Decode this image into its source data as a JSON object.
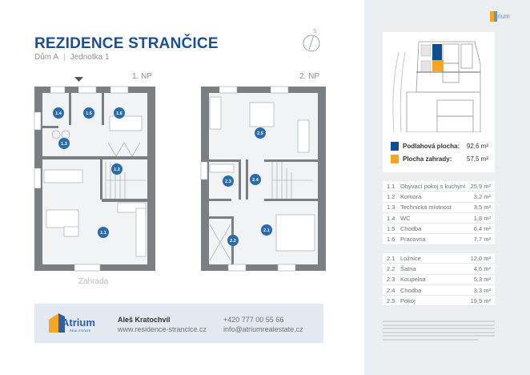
{
  "header": {
    "title": "REZIDENCE STRANČICE",
    "house": "Dům A",
    "unit": "Jednotka 1",
    "compass_label": "S"
  },
  "floors": [
    {
      "label": "1. NP",
      "rooms": [
        "1.1",
        "1.2",
        "1.3",
        "1.4",
        "1.5",
        "1.6"
      ]
    },
    {
      "label": "2. NP",
      "rooms": [
        "2.1",
        "2.2",
        "2.3",
        "2.4",
        "2.5"
      ]
    }
  ],
  "garden_label": "Zahrada",
  "footer": {
    "logo": "Atrium REAL ESTATE",
    "name": "Aleš Kratochvíl",
    "web": "www.residence-strancice.cz",
    "phone": "+420 777 00 55 66",
    "email": "info@atriumrealestate.cz"
  },
  "site": {
    "legend": [
      {
        "label": "Podlahová plocha:",
        "value": "92,6 m²",
        "color": "#0e4d92"
      },
      {
        "label": "Plocha zahrady:",
        "value": "57,5 m²",
        "color": "#f5a623"
      }
    ]
  },
  "rooms_1": [
    {
      "id": "1.1",
      "name": "Obývací pokoj s kuchyní",
      "area": "25,9 m²"
    },
    {
      "id": "1.2",
      "name": "Komora",
      "area": "3,2 m²"
    },
    {
      "id": "1.3",
      "name": "Technická místnost",
      "area": "3,5 m²"
    },
    {
      "id": "1.4",
      "name": "WC",
      "area": "1,8 m²"
    },
    {
      "id": "1.5",
      "name": "Chodba",
      "area": "6,4 m²"
    },
    {
      "id": "1.6",
      "name": "Pracovna",
      "area": "7,7 m²"
    }
  ],
  "rooms_2": [
    {
      "id": "2.1",
      "name": "Ložnice",
      "area": "12,0 m²"
    },
    {
      "id": "2.2",
      "name": "Šatna",
      "area": "4,6 m²"
    },
    {
      "id": "2.3",
      "name": "Koupelna",
      "area": "5,3 m²"
    },
    {
      "id": "2.4",
      "name": "Chodba",
      "area": "3,3 m²"
    },
    {
      "id": "2.5",
      "name": "Pokoj",
      "area": "19,9 m²"
    }
  ],
  "colors": {
    "brand": "#1d4f91",
    "badge": "#2a6cab",
    "wall": "#7b7f84",
    "accent": "#f5a623"
  }
}
